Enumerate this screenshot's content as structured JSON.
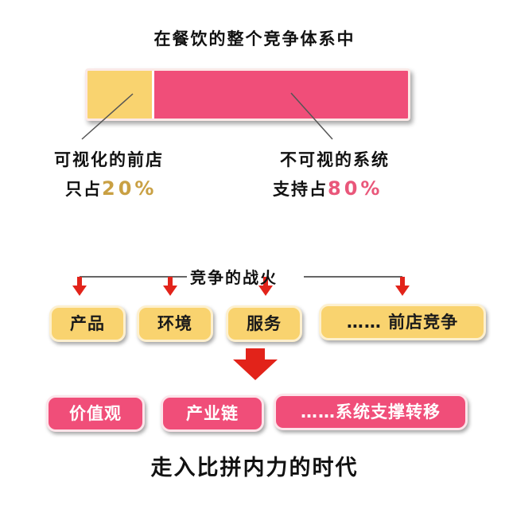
{
  "title": "在餐饮的整个竞争体系中",
  "bar": {
    "yellow_share": 0.2,
    "pink_share": 0.8,
    "colors": {
      "yellow": "#f9d36f",
      "pink": "#f04e79"
    }
  },
  "left_label": {
    "line1": "可视化的前店",
    "prefix": "只占",
    "percent": "20%"
  },
  "right_label": {
    "line1": "不可视的系统",
    "prefix": "支持占",
    "percent": "80%"
  },
  "fire": {
    "label": "竞争的战火"
  },
  "row1": [
    "产品",
    "环境",
    "服务",
    "…… 前店竞争"
  ],
  "row2": [
    "价值观",
    "产业链",
    "……系统支撑转移"
  ],
  "conclusion": "走入比拼内力的时代",
  "icons": {
    "arrow": "down-arrow-icon",
    "big_arrow": "big-down-arrow-icon"
  }
}
